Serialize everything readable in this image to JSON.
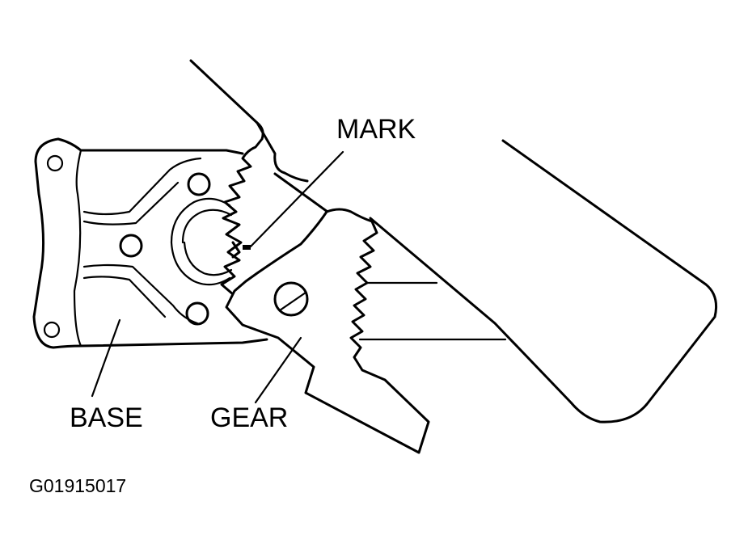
{
  "labels": {
    "mark": "MARK",
    "base": "BASE",
    "gear": "GEAR",
    "figure_id": "G01915017"
  }
}
